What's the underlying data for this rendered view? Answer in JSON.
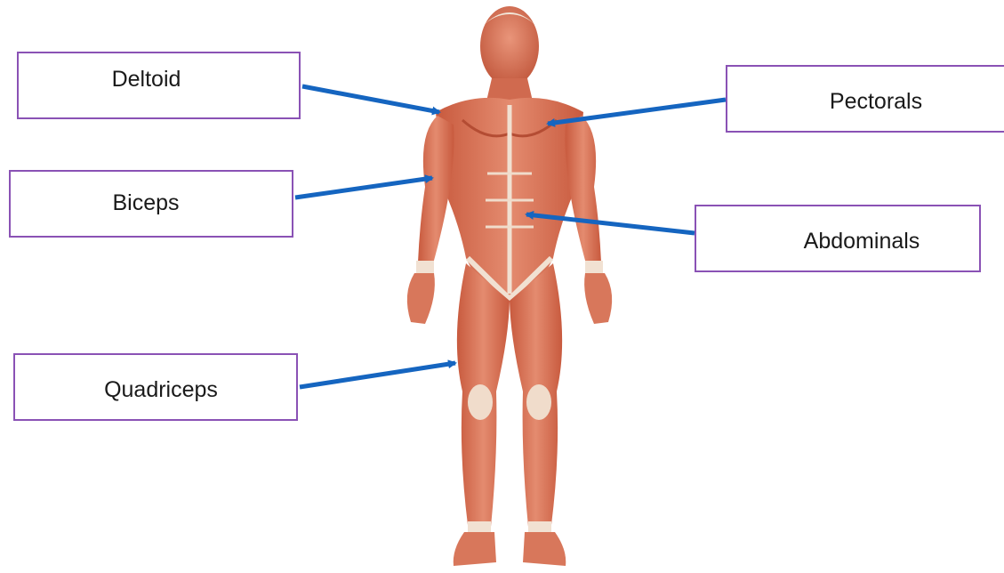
{
  "labels": {
    "deltoid": "Deltoid",
    "biceps": "Biceps",
    "quadriceps": "Quadriceps",
    "pectorals": "Pectorals",
    "abdominals": "Abdominals"
  },
  "colors": {
    "box_border": "#8a52b5",
    "arrow": "#1565c0",
    "muscle": "#d9785c",
    "tendon": "#f2e3d6"
  }
}
